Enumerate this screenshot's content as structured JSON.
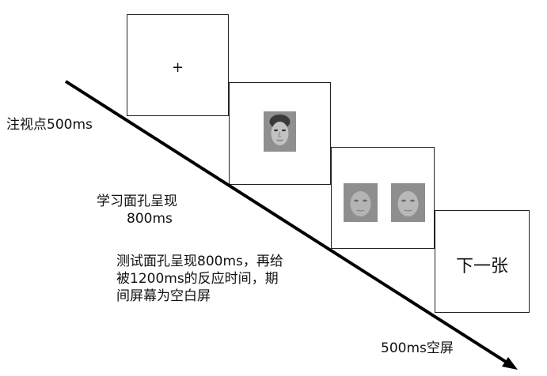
{
  "screens": {
    "fixation": {
      "symbol": "+"
    },
    "next": {
      "label": "下一张"
    }
  },
  "labels": {
    "fixation": "注视点500ms",
    "study_line1": "学习面孔呈现",
    "study_line2": "800ms",
    "test_line1": "测试面孔呈现800ms，再给",
    "test_line2": "被1200ms的反应时间，期",
    "test_line3": "间屏幕为空白屏",
    "blank": "500ms空屏"
  },
  "colors": {
    "frame": "#222222",
    "arrow": "#000000",
    "face_bg": "#8a8a8a"
  }
}
